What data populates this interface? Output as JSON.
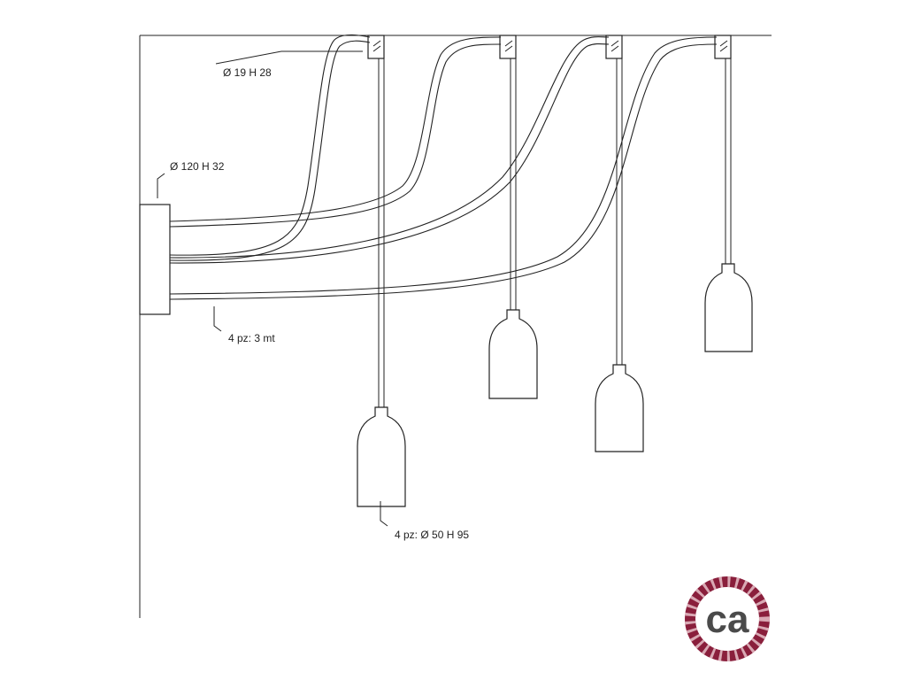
{
  "labels": {
    "ceiling_cup": "Ø 19 H 28",
    "rose": "Ø 120 H 32",
    "cable_length": "4 pz: 3 mt",
    "lamp_holder": "4 pz: Ø 50 H 95"
  },
  "logo": {
    "text": "ca",
    "rope_color": "#8a1f3c",
    "rope_highlight": "#d9a9b4",
    "inner_color": "#ffffff",
    "text_color": "#4a4a4a"
  },
  "colors": {
    "line": "#222222",
    "background": "#ffffff"
  }
}
